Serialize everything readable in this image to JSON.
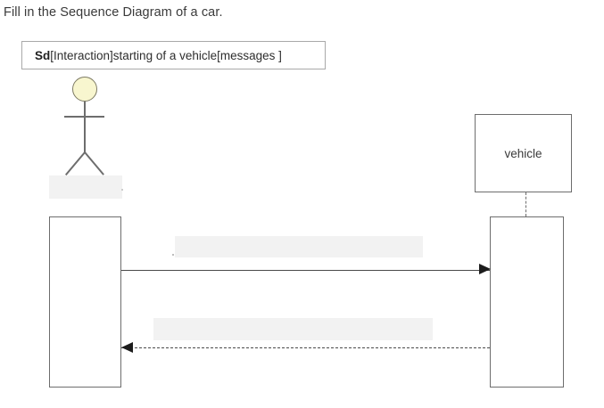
{
  "question": {
    "text": "Fill in the Sequence Diagram of a car."
  },
  "frame": {
    "keyword": "Sd",
    "label": "[Interaction]starting of a vehicle[messages ]"
  },
  "diagram": {
    "type": "uml-sequence-diagram",
    "actor": {
      "icon": "actor-stick-figure",
      "head_color": "#f8f6cf",
      "stroke_color": "#6d6d6d",
      "name_blank": ""
    },
    "participants": [
      {
        "name": "vehicle",
        "kind": "lifeline-box"
      }
    ],
    "messages": [
      {
        "index": 1,
        "style": "solid",
        "direction": "right",
        "from": "actor",
        "to": "vehicle",
        "label_blank": ""
      },
      {
        "index": 2,
        "style": "dashed",
        "direction": "left",
        "from": "vehicle",
        "to": "actor",
        "label_blank": ""
      }
    ]
  },
  "colors": {
    "background": "#ffffff",
    "stroke": "#6d6d6d",
    "arrow": "#1c1c1c",
    "blank_fill": "#f2f2f2",
    "text": "#3a3a3a",
    "actor_head": "#f8f6cf"
  }
}
